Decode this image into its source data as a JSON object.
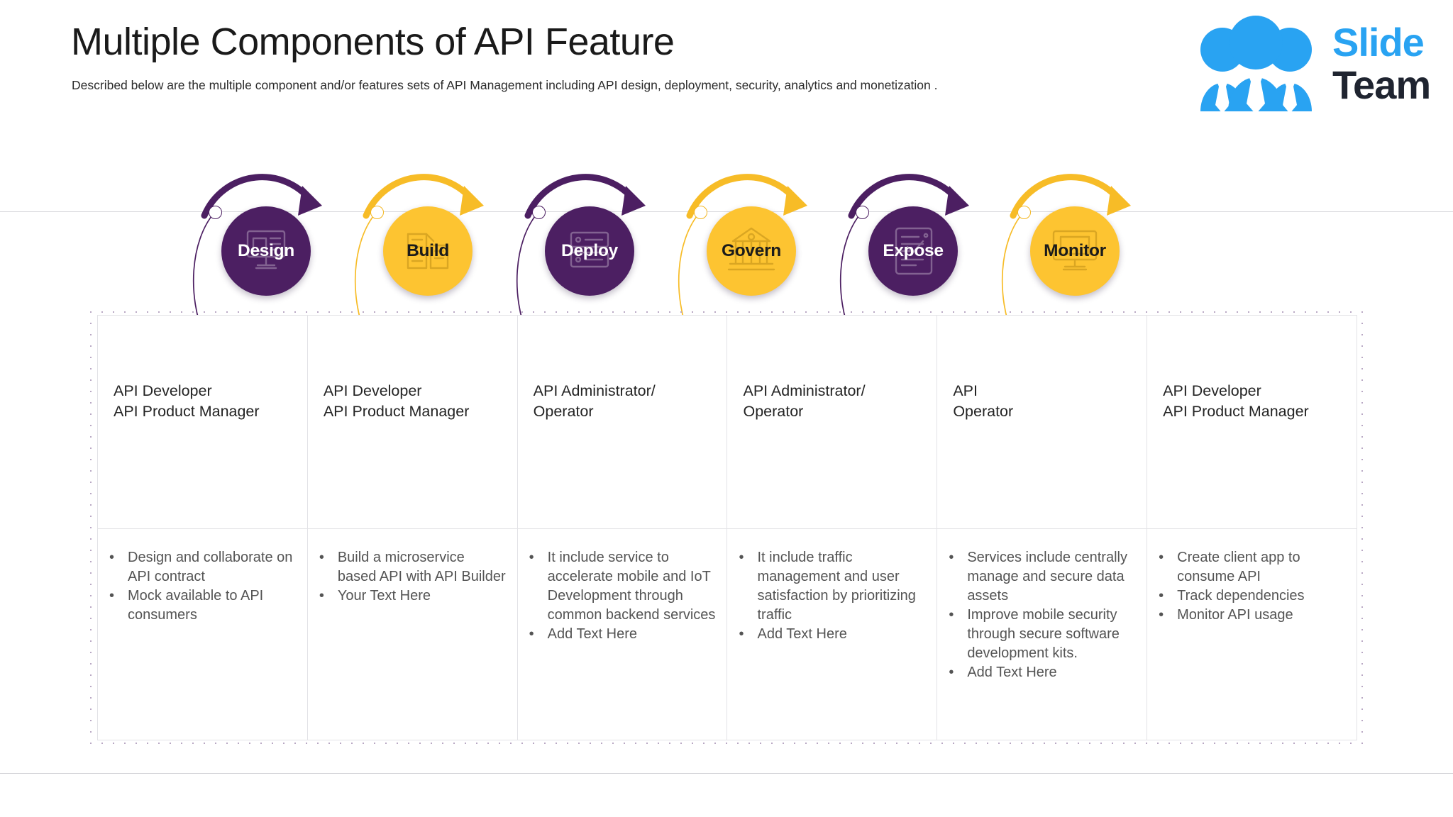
{
  "header": {
    "title": "Multiple Components of API Feature",
    "subtitle": "Described below are the multiple component and/or features sets of API Management including API design, deployment, security,  analytics and monetization ."
  },
  "logo": {
    "word_primary": "Slide",
    "word_secondary": "Team",
    "color_primary": "#29A3F2",
    "color_secondary": "#1f2430"
  },
  "colors": {
    "purple": "#4C1F62",
    "yellow": "#FDC431",
    "text_dark": "#242424",
    "text_body": "#545454",
    "rule": "#d8d8dc"
  },
  "nodes": [
    {
      "label": "Design",
      "theme": "purple",
      "glyph": "design-monitor-icon"
    },
    {
      "label": "Build",
      "theme": "yellow",
      "glyph": "build-blocks-icon"
    },
    {
      "label": "Deploy",
      "theme": "purple",
      "glyph": "deploy-server-icon"
    },
    {
      "label": "Govern",
      "theme": "yellow",
      "glyph": "govern-building-icon"
    },
    {
      "label": "Expose",
      "theme": "purple",
      "glyph": "expose-document-icon"
    },
    {
      "label": "Monitor",
      "theme": "yellow",
      "glyph": "monitor-screen-icon"
    }
  ],
  "table": {
    "columns": [
      {
        "roles": [
          "API Developer",
          "API Product Manager"
        ],
        "bullets": [
          "Design and collaborate on API contract",
          "Mock available to API consumers"
        ]
      },
      {
        "roles": [
          "API Developer",
          "API Product Manager"
        ],
        "bullets": [
          "Build a microservice based API with API Builder",
          "Your Text Here"
        ]
      },
      {
        "roles": [
          "API Administrator/",
          "Operator"
        ],
        "bullets": [
          "It include service to accelerate mobile and IoT Development through common backend services",
          "Add Text Here"
        ]
      },
      {
        "roles": [
          "API Administrator/",
          "Operator"
        ],
        "bullets": [
          "It include traffic management and user satisfaction by prioritizing traffic",
          "Add Text Here"
        ]
      },
      {
        "roles": [
          "API",
          "Operator"
        ],
        "bullets": [
          "Services include centrally manage and secure data assets",
          "Improve mobile security through secure software development kits.",
          "Add Text Here"
        ]
      },
      {
        "roles": [
          "API Developer",
          "API Product Manager"
        ],
        "bullets": [
          "Create client app to consume API",
          "Track dependencies",
          "Monitor API usage"
        ]
      }
    ],
    "bullet_mark": "•"
  }
}
